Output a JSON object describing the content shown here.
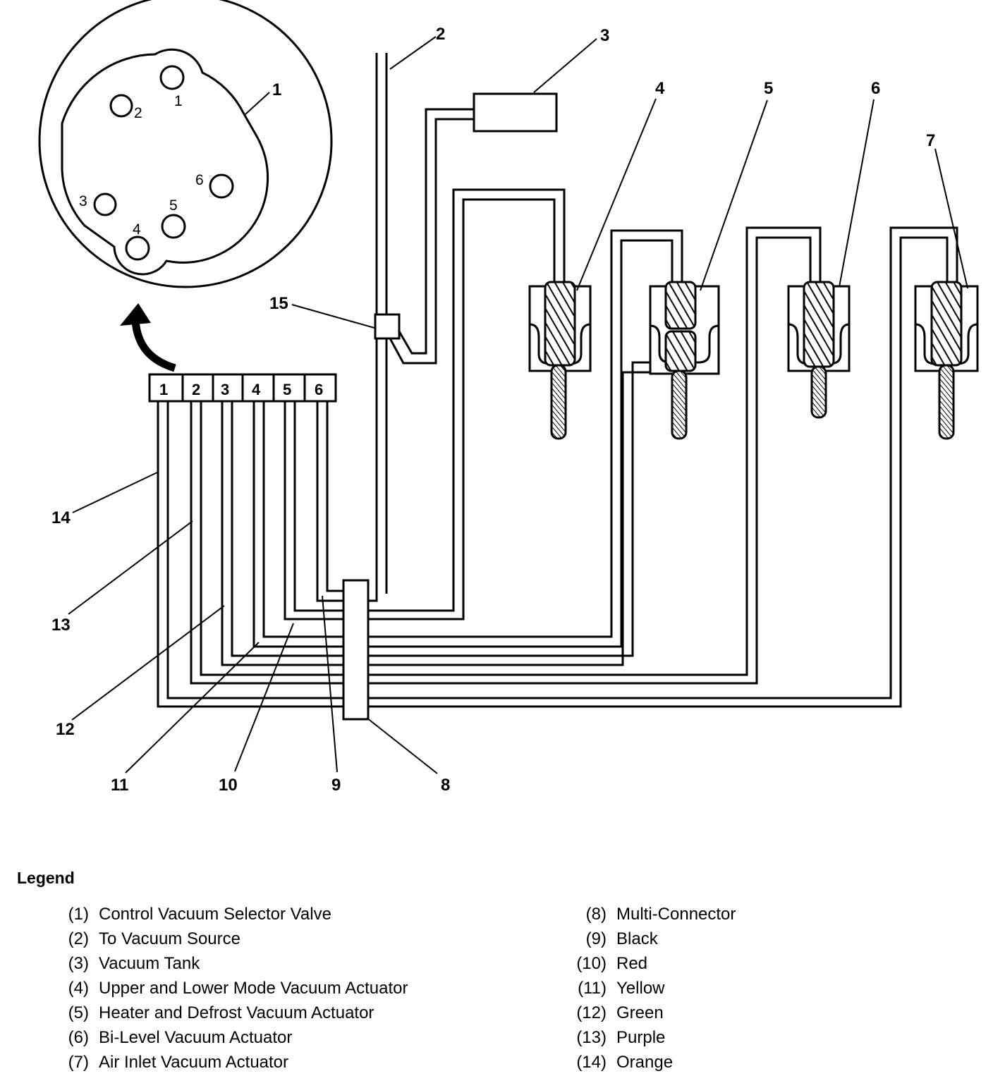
{
  "callouts": {
    "c1": "1",
    "c2": "2",
    "c3": "3",
    "c4": "4",
    "c5": "5",
    "c6": "6",
    "c7": "7",
    "c8": "8",
    "c9": "9",
    "c10": "10",
    "c11": "11",
    "c12": "12",
    "c13": "13",
    "c14": "14",
    "c15": "15"
  },
  "valve_face_ports": [
    "1",
    "2",
    "3",
    "4",
    "5",
    "6"
  ],
  "port_block_labels": [
    "1",
    "2",
    "3",
    "4",
    "5",
    "6"
  ],
  "legend": {
    "title": "Legend",
    "left": [
      {
        "num": "(1)",
        "label": "Control Vacuum Selector Valve"
      },
      {
        "num": "(2)",
        "label": "To Vacuum Source"
      },
      {
        "num": "(3)",
        "label": "Vacuum Tank"
      },
      {
        "num": "(4)",
        "label": "Upper and Lower Mode Vacuum Actuator"
      },
      {
        "num": "(5)",
        "label": "Heater and Defrost Vacuum Actuator"
      },
      {
        "num": "(6)",
        "label": "Bi-Level Vacuum Actuator"
      },
      {
        "num": "(7)",
        "label": "Air Inlet Vacuum Actuator"
      }
    ],
    "right": [
      {
        "num": "(8)",
        "label": "Multi-Connector"
      },
      {
        "num": "(9)",
        "label": "Black"
      },
      {
        "num": "(10)",
        "label": "Red"
      },
      {
        "num": "(11)",
        "label": "Yellow"
      },
      {
        "num": "(12)",
        "label": "Green"
      },
      {
        "num": "(13)",
        "label": "Purple"
      },
      {
        "num": "(14)",
        "label": "Orange"
      }
    ]
  }
}
